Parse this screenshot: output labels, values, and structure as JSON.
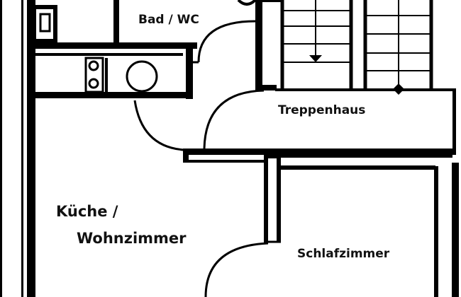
{
  "rooms": {
    "bath": {
      "label": "Bad / WC"
    },
    "stairwell": {
      "label": "Treppenhaus"
    },
    "kitchen": {
      "line1": "Küche /",
      "line2": "Wohnzimmer"
    },
    "bedroom": {
      "label": "Schlafzimmer"
    }
  },
  "colors": {
    "wall": "#000000",
    "background": "#ffffff"
  }
}
